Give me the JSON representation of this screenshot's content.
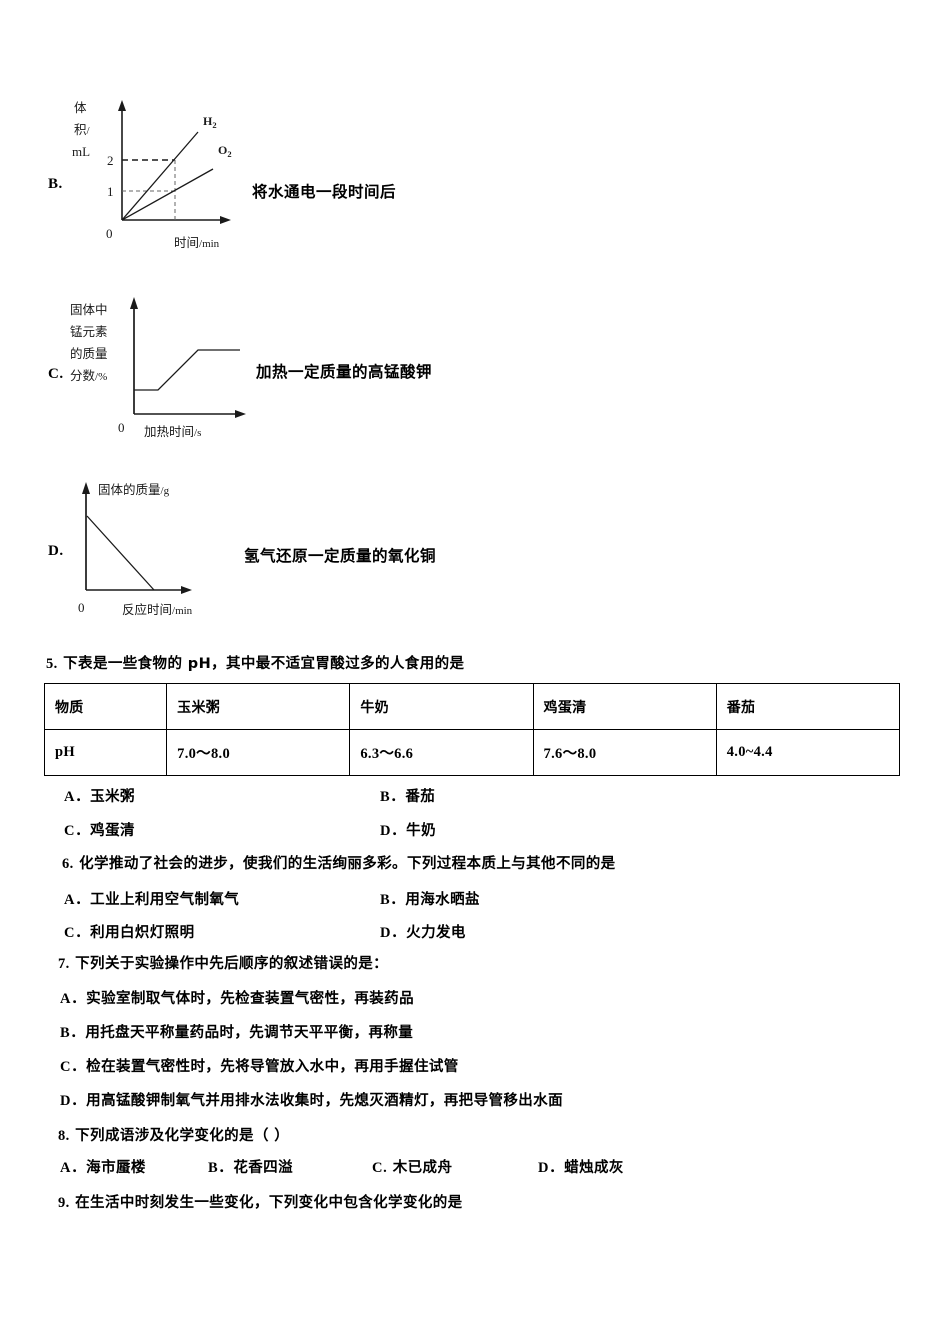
{
  "document": {
    "type": "chemistry-exam-page",
    "language": "zh-CN"
  },
  "choices_with_graphs": [
    {
      "letter": "B.",
      "description": "将水通电一段时间后",
      "chart": {
        "type": "line",
        "ylabel_lines": [
          "体",
          "积/",
          "mL"
        ],
        "xlabel_cn": "时间",
        "xlabel_unit": "/min",
        "origin_label": "0",
        "yticks": [
          "2",
          "1"
        ],
        "series": [
          {
            "name": "H",
            "sub": "2",
            "slope": "steep"
          },
          {
            "name": "O",
            "sub": "2",
            "slope": "shallow"
          }
        ],
        "guides": "dashed lines from y=2 and y=1 to the curves at a common time"
      }
    },
    {
      "letter": "C.",
      "description": "加热一定质量的高锰酸钾",
      "chart": {
        "type": "line",
        "ylabel_lines": [
          "固体中",
          "锰元素",
          "的质量",
          "分数/%"
        ],
        "xlabel_cn": "加热时间",
        "xlabel_unit": "/s",
        "origin_label": "0",
        "shape": "flat, then rising, then plateau"
      }
    },
    {
      "letter": "D.",
      "description": "氢气还原一定质量的氧化铜",
      "chart": {
        "type": "line",
        "ylabel_cn": "固体的质量",
        "ylabel_unit": "/g",
        "xlabel_cn": "反应时间",
        "xlabel_unit": "/min",
        "origin_label": "0",
        "shape": "straight decreasing line from y-axis down to x-axis"
      }
    }
  ],
  "questions": [
    {
      "number": "5.",
      "stem": "下表是一些食物的 pH，其中最不适宜胃酸过多的人食用的是",
      "table": {
        "header": [
          "物质",
          "玉米粥",
          "牛奶",
          "鸡蛋清",
          "番茄"
        ],
        "row_label": "pH",
        "values": [
          "7.0～8.0",
          "6.3～6.6",
          "7.6～8.0",
          "4.0~4.4"
        ]
      },
      "options": [
        {
          "letter": "A．",
          "text": "玉米粥"
        },
        {
          "letter": "B．",
          "text": "番茄"
        },
        {
          "letter": "C．",
          "text": "鸡蛋清"
        },
        {
          "letter": "D．",
          "text": "牛奶"
        }
      ]
    },
    {
      "number": "6.",
      "stem": "化学推动了社会的进步，使我们的生活绚丽多彩。下列过程本质上与其他不同的是",
      "options": [
        {
          "letter": "A．",
          "text": "工业上利用空气制氧气"
        },
        {
          "letter": "B．",
          "text": "用海水晒盐"
        },
        {
          "letter": "C．",
          "text": "利用白炽灯照明"
        },
        {
          "letter": "D．",
          "text": "火力发电"
        }
      ]
    },
    {
      "number": "7.",
      "stem": "下列关于实验操作中先后顺序的叙述错误的是：",
      "options": [
        {
          "letter": "A．",
          "text": "实验室制取气体时，先检查装置气密性，再装药品"
        },
        {
          "letter": "B．",
          "text": "用托盘天平称量药品时，先调节天平平衡，再称量"
        },
        {
          "letter": "C．",
          "text": "检在装置气密性时，先将导管放入水中，再用手握住试管"
        },
        {
          "letter": "D．",
          "text": "用高锰酸钾制氧气并用排水法收集时，先熄灭酒精灯，再把导管移出水面"
        }
      ]
    },
    {
      "number": "8.",
      "stem": "下列成语涉及化学变化的是（    ）",
      "options": [
        {
          "letter": "A．",
          "text": "海市蜃楼"
        },
        {
          "letter": "B．",
          "text": "花香四溢"
        },
        {
          "letter": "C.",
          "text": "木已成舟"
        },
        {
          "letter": "D．",
          "text": "蜡烛成灰"
        }
      ]
    },
    {
      "number": "9.",
      "stem": "在生活中时刻发生一些变化，下列变化中包含化学变化的是",
      "options": []
    }
  ]
}
